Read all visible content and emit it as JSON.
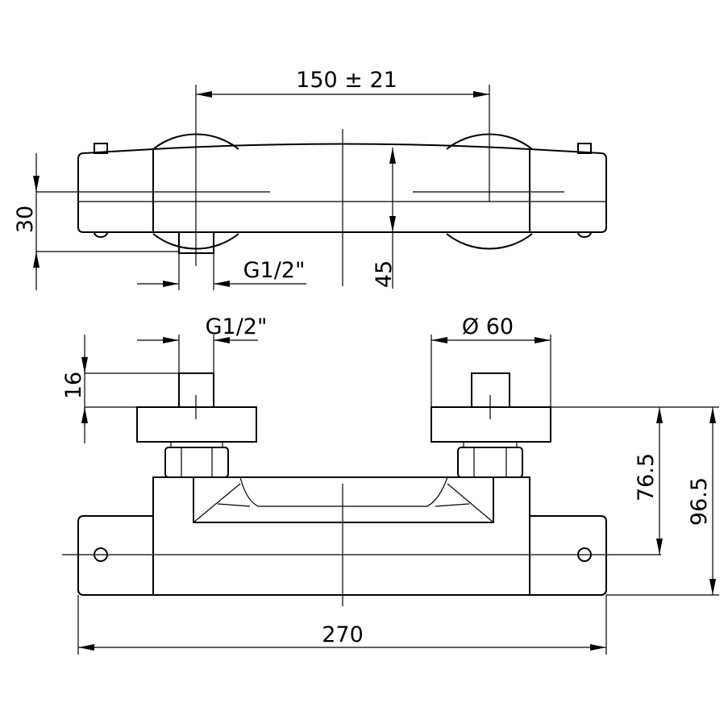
{
  "top_view": {
    "dim_centers": "150 ±  21",
    "dim_height_left": "30",
    "dim_height_right": "45",
    "dim_inlet_thread": "G1/2\""
  },
  "front_view": {
    "dim_inlet_thread": "G1/2\"",
    "dim_diameter": "Ø 60",
    "dim_pipe_length": "16",
    "dim_height_inner": "76.5",
    "dim_height_outer": "96.5",
    "dim_total_length": "270"
  },
  "colors": {
    "line": "#000000",
    "background": "#ffffff"
  }
}
